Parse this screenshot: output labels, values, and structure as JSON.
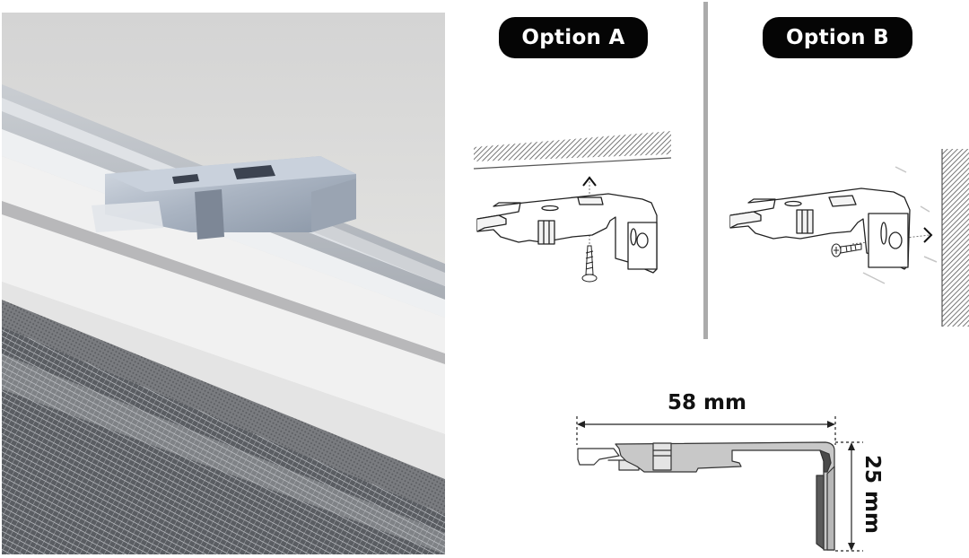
{
  "options": [
    {
      "id": "A",
      "label": "Option A",
      "mount": "ceiling",
      "direction_arrow": "up"
    },
    {
      "id": "B",
      "label": "Option B",
      "mount": "wall",
      "direction_arrow": "right"
    }
  ],
  "dimensions": {
    "width_label": "58 mm",
    "height_label": "25 mm"
  },
  "photo": {
    "subject": "metal mounting bracket clipped onto white blind headrail with zebra fabric below"
  },
  "colors": {
    "pill_bg": "#050505",
    "pill_text": "#ffffff",
    "divider": "#ababab",
    "profile_fill": "#c8c8c8",
    "profile_shadow": "#555555",
    "hatch": "#555555"
  },
  "icons": {
    "screw": "screw-icon",
    "bracket": "bracket-icon",
    "ceiling": "ceiling-hatch-icon",
    "wall": "wall-hatch-icon",
    "arrow_up": "chevron-up-icon",
    "arrow_right": "chevron-right-icon"
  }
}
